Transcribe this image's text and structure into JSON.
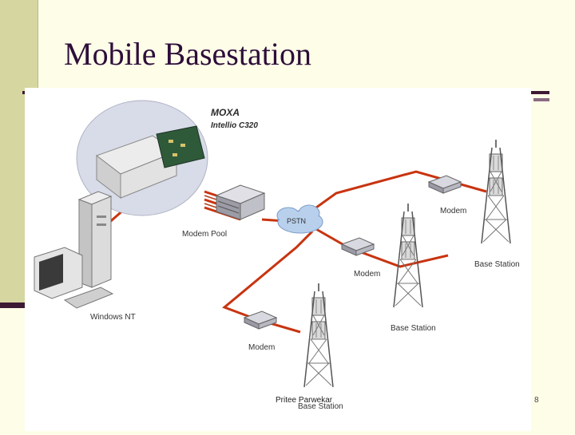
{
  "slide": {
    "title": "Mobile Basestation"
  },
  "diagram": {
    "card_brand": "MOXA",
    "card_model": "Intellio C320",
    "labels": {
      "modem_pool": "Modem Pool",
      "pstn": "PSTN",
      "windows_nt": "Windows NT",
      "modem_top": "Modem",
      "modem_mid": "Modem",
      "modem_bottom": "Modem",
      "base_station_right": "Base Station",
      "base_station_mid": "Base Station",
      "base_station_bottom": "Base Station"
    }
  },
  "footer": {
    "author": "Pritee Parwekar",
    "page": "8"
  },
  "colors": {
    "title": "#2e0e3a",
    "link": "#c83410",
    "sidebar": "#d6d6a0",
    "rule": "#3d1a33"
  }
}
